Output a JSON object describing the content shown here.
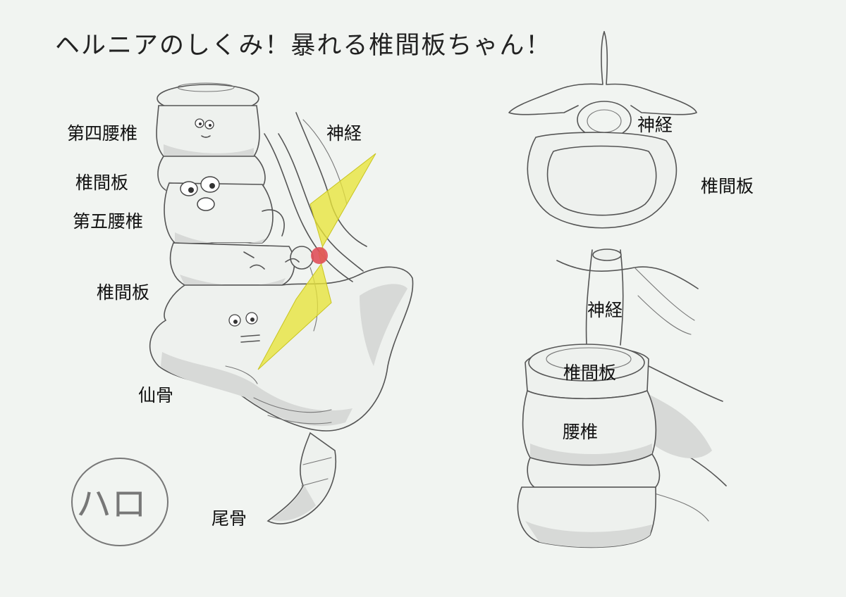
{
  "title": "ヘルニアのしくみ！暴れる椎間板ちゃん！",
  "side_view": {
    "labels": {
      "l4": "第四腰椎",
      "disc_upper": "椎間板",
      "l5": "第五腰椎",
      "disc_lower": "椎間板",
      "nerve": "神経",
      "sacrum": "仙骨",
      "coccyx": "尾骨"
    },
    "signature": "ハロ"
  },
  "top_view": {
    "labels": {
      "nerve": "神経",
      "disc": "椎間板"
    }
  },
  "column_view": {
    "labels": {
      "nerve": "神経",
      "disc": "椎間板",
      "lumbar": "腰椎"
    }
  },
  "colors": {
    "lightning": "#e8e43a",
    "pain_point": "#e0505a",
    "sketch_line": "#555555",
    "shadow": "#d7d9d7",
    "background": "#f1f4f1"
  }
}
